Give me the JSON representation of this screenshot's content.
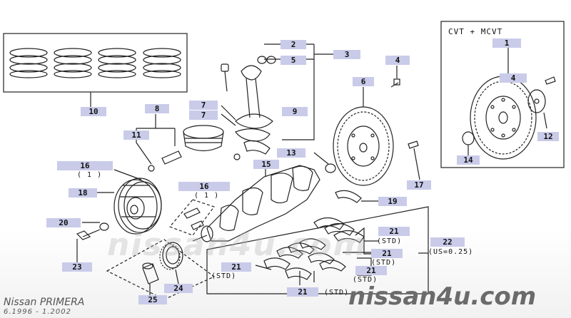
{
  "inset_title": "CVT + MCVT",
  "callouts": [
    {
      "id": "10",
      "text": "10"
    },
    {
      "id": "2",
      "text": "2"
    },
    {
      "id": "3",
      "text": "3"
    },
    {
      "id": "5",
      "text": "5"
    },
    {
      "id": "4a",
      "text": "4"
    },
    {
      "id": "6",
      "text": "6"
    },
    {
      "id": "7a",
      "text": "7"
    },
    {
      "id": "7b",
      "text": "7"
    },
    {
      "id": "8",
      "text": "8"
    },
    {
      "id": "9",
      "text": "9"
    },
    {
      "id": "11",
      "text": "11"
    },
    {
      "id": "13",
      "text": "13"
    },
    {
      "id": "15",
      "text": "15"
    },
    {
      "id": "16a",
      "text": "16"
    },
    {
      "id": "16b",
      "text": "16"
    },
    {
      "id": "17",
      "text": "17"
    },
    {
      "id": "18",
      "text": "18"
    },
    {
      "id": "19",
      "text": "19"
    },
    {
      "id": "20",
      "text": "20"
    },
    {
      "id": "21a",
      "text": "21"
    },
    {
      "id": "21b",
      "text": "21"
    },
    {
      "id": "21c",
      "text": "21"
    },
    {
      "id": "21d",
      "text": "21"
    },
    {
      "id": "21e",
      "text": "21"
    },
    {
      "id": "22",
      "text": "22"
    },
    {
      "id": "23",
      "text": "23"
    },
    {
      "id": "24",
      "text": "24"
    },
    {
      "id": "25",
      "text": "25"
    },
    {
      "id": "1",
      "text": "1"
    },
    {
      "id": "4b",
      "text": "4"
    },
    {
      "id": "12",
      "text": "12"
    },
    {
      "id": "14",
      "text": "14"
    }
  ],
  "notes": {
    "qty16a": "( 1 )",
    "qty16b": "( 1 )",
    "std_a": "(STD)",
    "std_b": "(STD)",
    "std_c": "(STD)",
    "std_d": "(STD)",
    "std_e": "(STD)",
    "us": "(US=0.25)"
  },
  "watermarks": {
    "center": "nissan4u.com",
    "bottom": "nissan4u.com"
  },
  "footer": {
    "model": "Nissan PRIMERA",
    "years": "6.1996 - 1.2002"
  }
}
